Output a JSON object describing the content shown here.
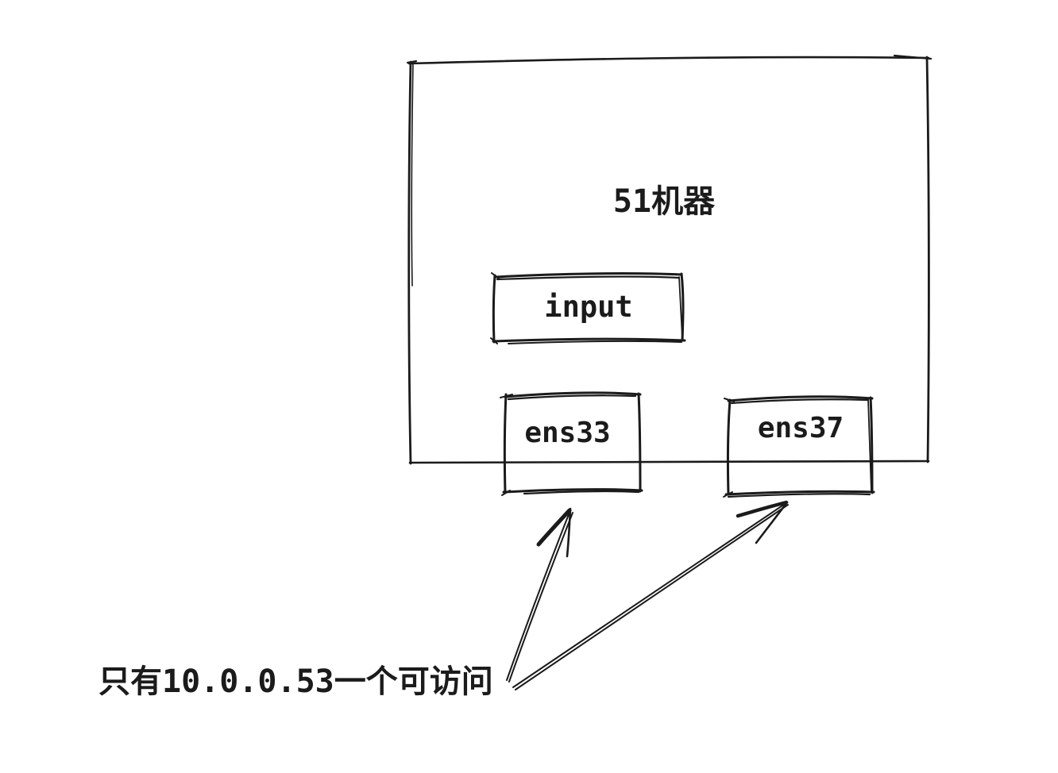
{
  "canvas": {
    "background": "#ffffff",
    "stroke_color": "#1b1b1b"
  },
  "diagram": {
    "machine_box": {
      "label": "51机器"
    },
    "input_box": {
      "label": "input"
    },
    "ens33_box": {
      "label": "ens33"
    },
    "ens37_box": {
      "label": "ens37"
    },
    "annotation": {
      "text": "只有10.0.0.53一个可访问"
    },
    "arrows": [
      {
        "name": "arrow-to-ens33",
        "from": "annotation",
        "to": "ens33_box"
      },
      {
        "name": "arrow-to-ens37",
        "from": "annotation",
        "to": "ens37_box"
      }
    ]
  }
}
